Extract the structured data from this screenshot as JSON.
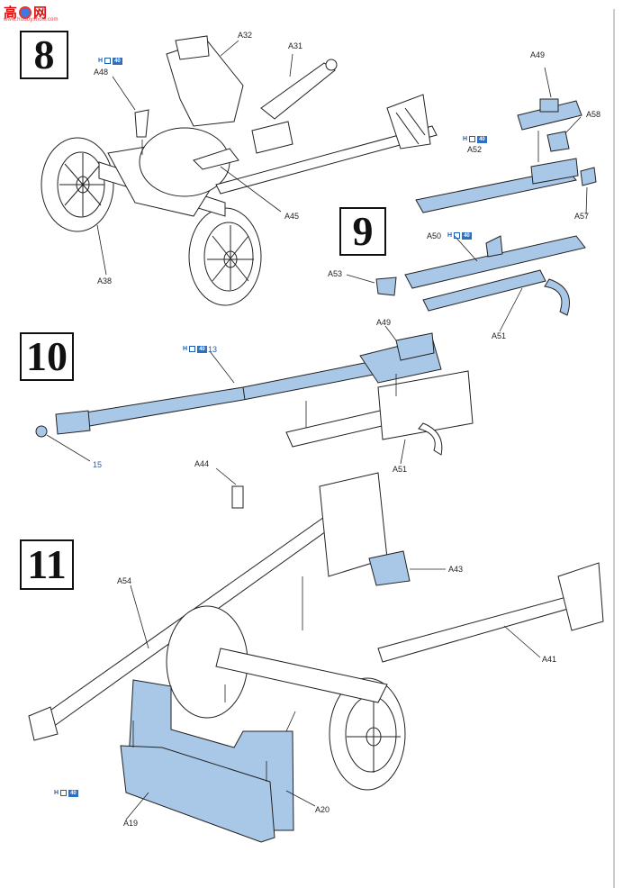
{
  "watermark": {
    "chars": [
      "高",
      "网"
    ],
    "sub": "www.hobbyshow.com"
  },
  "steps": [
    "8",
    "9",
    "10",
    "11"
  ],
  "parts": {
    "s8": {
      "a32": "A32",
      "a31": "A31",
      "a48": "A48",
      "a45": "A45",
      "a38": "A38"
    },
    "s9": {
      "a49": "A49",
      "a58": "A58",
      "a52": "A52",
      "a57": "A57",
      "a50": "A50",
      "a53": "A53",
      "a51": "A51"
    },
    "s10": {
      "p13": "13",
      "a49": "A49",
      "p15": "15",
      "a51": "A51"
    },
    "s11": {
      "a44": "A44",
      "a54": "A54",
      "a43": "A43",
      "a41": "A41",
      "a20": "A20",
      "a19": "A19"
    }
  },
  "paint_ref": {
    "letter": "H",
    "code": "40"
  },
  "colors": {
    "part_highlight": "#a9c7e6",
    "label_blue": "#1f5fae",
    "watermark": "#d11111"
  }
}
